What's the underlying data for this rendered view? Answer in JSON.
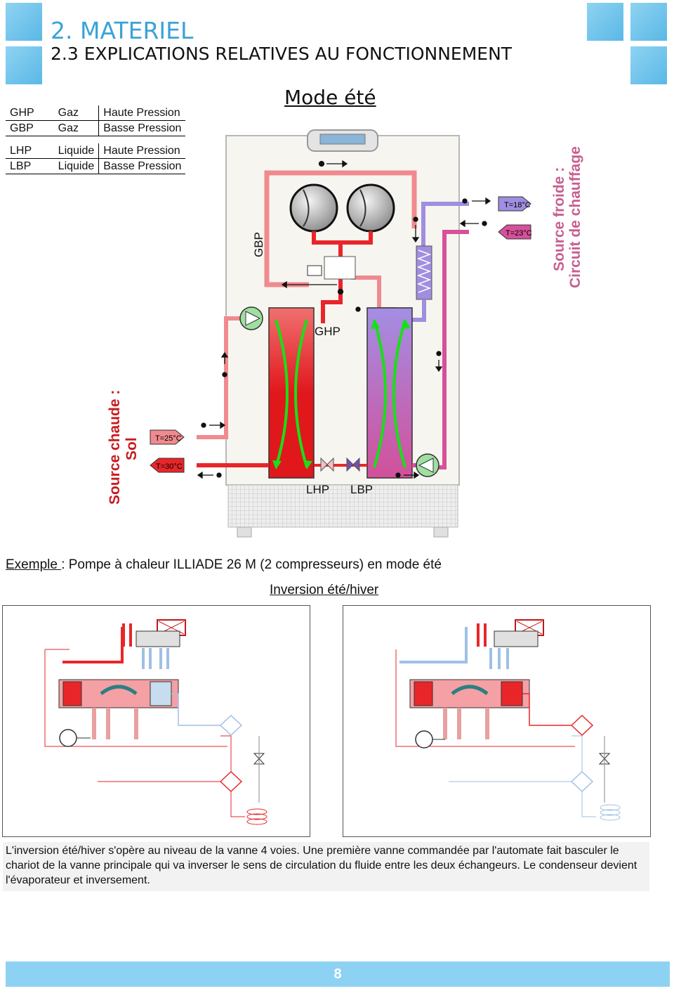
{
  "header": {
    "title": "2. MATERIEL",
    "subtitle": "2.3 EXPLICATIONS RELATIVES AU FONCTIONNEMENT"
  },
  "legend": [
    {
      "code": "GHP",
      "state": "Gaz",
      "pressure": "Haute Pression"
    },
    {
      "code": "GBP",
      "state": "Gaz",
      "pressure": "Basse Pression"
    },
    {
      "code": "LHP",
      "state": "Liquide",
      "pressure": "Haute Pression"
    },
    {
      "code": "LBP",
      "state": "Liquide",
      "pressure": "Basse Pression"
    }
  ],
  "diagram": {
    "title": "Mode été",
    "label_gbp": "GBP",
    "label_ghp": "GHP",
    "label_lhp": "LHP",
    "label_lbp": "LBP",
    "t18": "T=18°C",
    "t23": "T=23°C",
    "t25": "T=25°C",
    "t30": "T=30°C",
    "source_froide_1": "Source froide :",
    "source_froide_2": "Circuit de chauffage",
    "source_chaude_1": "Source chaude :",
    "source_chaude_2": "Sol"
  },
  "example": {
    "label": "Exemple ",
    "text": ": Pompe à chaleur ILLIADE 26 M (2 compresseurs) en mode été"
  },
  "inversion_title": "Inversion été/hiver",
  "description": "L'inversion été/hiver s'opère au niveau de la vanne 4 voies. Une première vanne commandée par l'automate fait basculer le chariot de la vanne principale qui va inverser le sens de circulation du fluide entre les deux échangeurs. Le condenseur devient l'évaporateur et inversement.",
  "page_number": "8",
  "colors": {
    "accent": "#3ba2d6",
    "hot": "#e8262a",
    "warm": "#f08a8e",
    "cold_pipe": "#a08ee0",
    "cold_text": "#c7608f",
    "green": "#18e018"
  }
}
